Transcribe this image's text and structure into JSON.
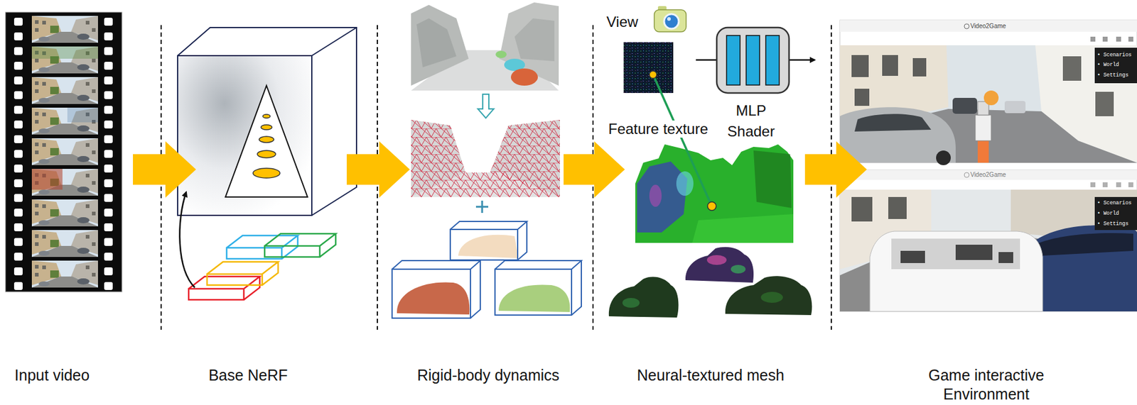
{
  "diagram": {
    "nodes": [
      {
        "text": [
          "Input video"
        ]
      },
      {
        "text": [
          "Base NeRF"
        ]
      },
      {
        "text": [
          "Rigid-body dynamics"
        ]
      },
      {
        "text": [
          "Neural-textured mesh"
        ]
      },
      {
        "text": [
          "Game interactive Environment"
        ]
      }
    ],
    "edges": [
      {
        "from": 0,
        "to": 1,
        "arrow": "to"
      },
      {
        "from": 1,
        "to": 2,
        "arrow": "to"
      },
      {
        "from": 2,
        "to": 3,
        "arrow": "to"
      },
      {
        "from": 3,
        "to": 4,
        "arrow": "to"
      }
    ],
    "labels": [
      "View",
      "Feature texture",
      "MLP Shader",
      "Video2Game",
      "• Scenarios",
      "• World",
      "• Settings",
      "Video2Game",
      "• Scenarios",
      "• World",
      "• Settings"
    ]
  }
}
